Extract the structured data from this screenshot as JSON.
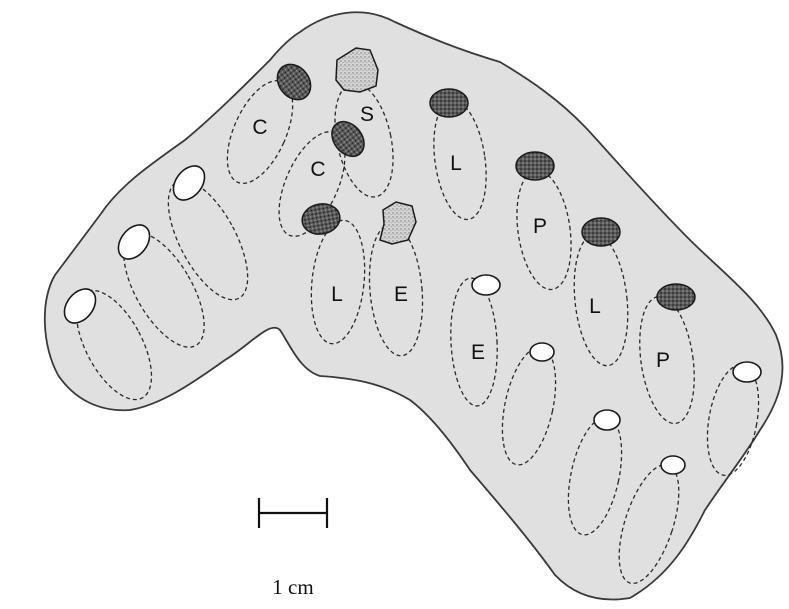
{
  "figure": {
    "background_color": "#ffffff",
    "comb_fill": "#e0e0e0",
    "comb_stroke": "#3a3a3a",
    "cap_types": {
      "open": "white oval opening",
      "capped": "dark stippled oval cap",
      "rough": "light stippled irregular cap"
    },
    "cells": [
      {
        "label": "C",
        "cap": "capped"
      },
      {
        "label": "S",
        "cap": "rough"
      },
      {
        "label": "C",
        "cap": "capped"
      },
      {
        "label": "L",
        "cap": "capped"
      },
      {
        "label": "P",
        "cap": "capped"
      },
      {
        "label": "L",
        "cap": "capped"
      },
      {
        "label": "E",
        "cap": "rough"
      },
      {
        "label": "L",
        "cap": "capped"
      },
      {
        "label": "P",
        "cap": "capped"
      },
      {
        "label": "E",
        "cap": "open"
      },
      {
        "label": "",
        "cap": "open"
      },
      {
        "label": "",
        "cap": "open"
      },
      {
        "label": "",
        "cap": "open"
      },
      {
        "label": "",
        "cap": "open"
      },
      {
        "label": "",
        "cap": "open"
      },
      {
        "label": "",
        "cap": "open"
      },
      {
        "label": "",
        "cap": "open"
      }
    ],
    "scale_bar": {
      "label": "1 cm"
    }
  }
}
